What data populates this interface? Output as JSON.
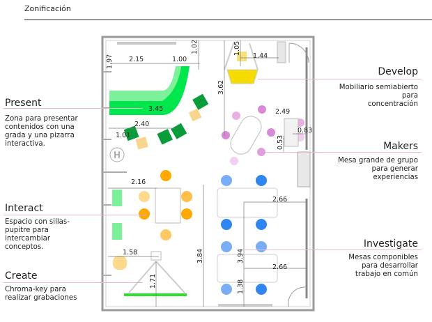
{
  "header": {
    "title": "Zonificación"
  },
  "zones": {
    "present": {
      "name": "Present",
      "description": [
        "Zona para presentar",
        "contenidos con una",
        "grada y una pizarra",
        "interactiva."
      ]
    },
    "interact": {
      "name": "Interact",
      "description": [
        "Espacio con sillas-",
        "pupitre para",
        "intercambiar",
        "conceptos."
      ]
    },
    "create": {
      "name": "Create",
      "description": [
        "Chroma-key para",
        "realizar grabaciones"
      ]
    },
    "develop": {
      "name": "Develop",
      "description": [
        "Mobiliario semiabierto",
        "para",
        "concentración"
      ]
    },
    "makers": {
      "name": "Makers",
      "description": [
        "Mesa grande de grupo",
        "para generar",
        "experiencias"
      ]
    },
    "investigate": {
      "name": "Investigate",
      "description": [
        "Mesas componibles",
        "para desarrollar",
        "trabajo en común"
      ]
    }
  },
  "dimensions": {
    "d1": "2.15",
    "d2": "1.00",
    "d3": "1.02",
    "d4": "1.97",
    "d5": "3.45",
    "d6": "2.40",
    "d7": "1.01",
    "d8": "1.05",
    "d9": "1.44",
    "d10": "3.62",
    "d11": "2.49",
    "d12": "0.83",
    "d13": "0.53",
    "d14": "2.16",
    "d15": "2.66",
    "d16": "3.84",
    "d17": "3.94",
    "d18": "2.66",
    "d19": "1.58",
    "d20": "1.71",
    "d21": "1.38"
  },
  "colors": {
    "present_green": "#00e64d",
    "present_light": "#66f08a",
    "dark_green": "#0a9b3a",
    "develop_yellow": "#f5dc00",
    "makers_pink": "#d98ad6",
    "interact_orange": "#ffa800",
    "investigate_blue": "#2f86f0",
    "create_green": "#2de02d",
    "leader_line": "#e6b8d6"
  }
}
